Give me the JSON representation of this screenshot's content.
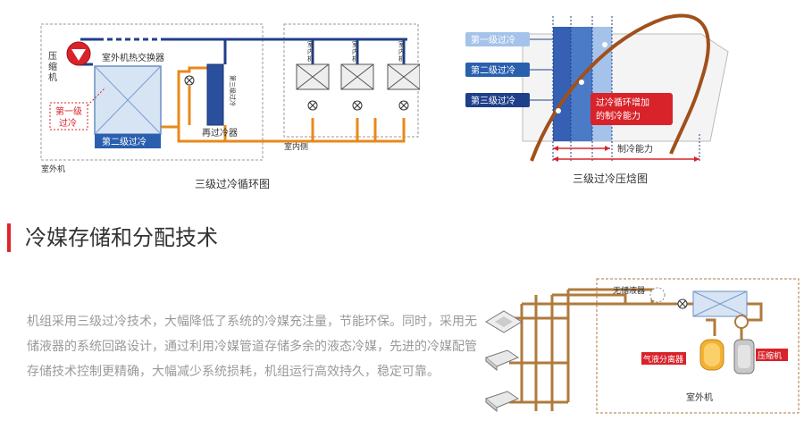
{
  "diagram1": {
    "caption": "三级过冷循环图",
    "compressor_label": "压缩机",
    "outdoor_hx_label": "室外机热交换器",
    "first_subcool_label": "第一级过冷",
    "second_subcool_label": "第二级过冷",
    "third_subcool_label": "第三级过冷",
    "resubcooler_label": "再过冷器",
    "indoor_unit_label": "室内机",
    "outdoor_side_label": "室外机",
    "indoor_side_label": "室内侧"
  },
  "diagram2": {
    "caption": "三级过冷压焓图",
    "level1_label": "第一级过冷",
    "level2_label": "第二级过冷",
    "level3_label": "第三级过冷",
    "increase_label_line1": "过冷循环增加",
    "increase_label_line2": "的制冷能力",
    "capacity_label": "制冷能力"
  },
  "section": {
    "title": "冷媒存储和分配技术",
    "description": "机组采用三级过冷技术，大幅降低了系统的冷媒充注量，节能环保。同时，采用无储液器的系统回路设计，通过利用冷媒管道存储多余的液态冷媒，先进的冷媒配管存储技术控制更精确，大幅减少系统损耗，机组运行高效持久，稳定可靠。"
  },
  "diagram3": {
    "no_receiver_label": "无储液器",
    "separator_label": "气液分离器",
    "compressor_label": "压缩机",
    "outdoor_label": "室外机"
  },
  "colors": {
    "accent": "#e0242c",
    "pipe_blue": "#1f3f8a",
    "pipe_orange": "#e8891a",
    "pipe_brown": "#b07a3c",
    "hx_blue": "#2a5fae",
    "label_red": "#d8232a"
  }
}
